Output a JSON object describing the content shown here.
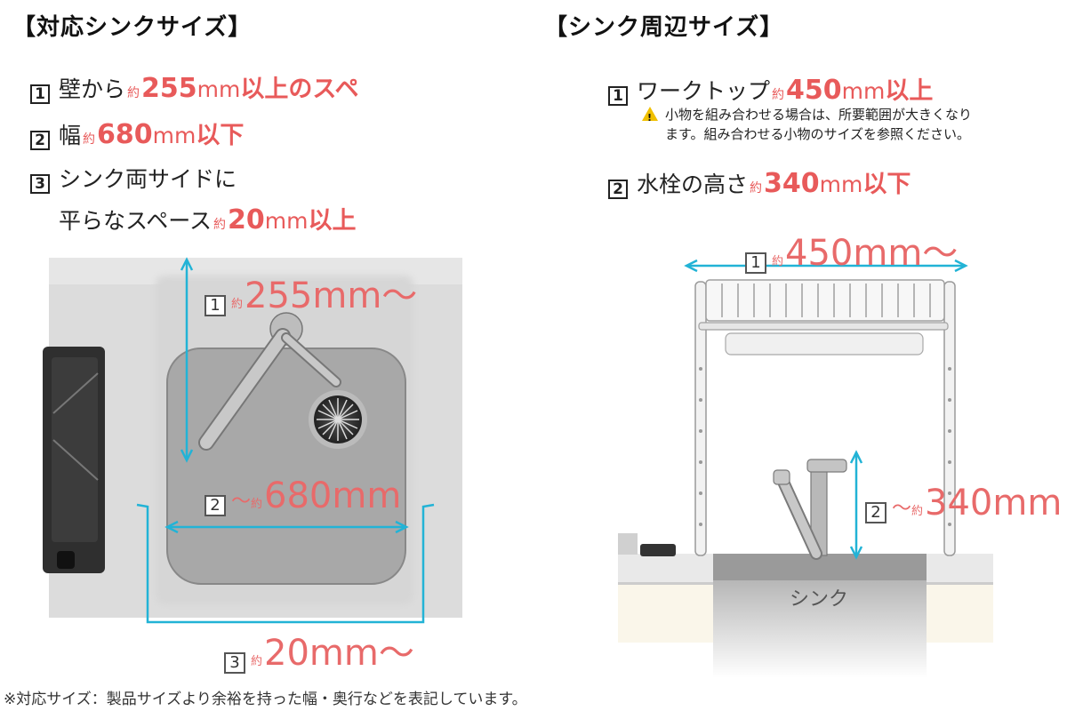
{
  "left": {
    "heading": "【対応シンクサイズ】",
    "items": [
      {
        "num": "1",
        "prefix": "壁から",
        "approx": "約",
        "value": "255",
        "unit": "mm",
        "suffix": "以上のスペ"
      },
      {
        "num": "2",
        "prefix": "幅",
        "approx": "約",
        "value": "680",
        "unit": "mm",
        "suffix": "以下"
      },
      {
        "num": "3",
        "prefix": "シンク両サイドに",
        "line2_prefix": "平らなスペース",
        "approx": "約",
        "value": "20",
        "unit": "mm",
        "suffix": "以上"
      }
    ],
    "diagram": {
      "dim1": {
        "num": "1",
        "approx": "約",
        "text": "255mm〜"
      },
      "dim2": {
        "num": "2",
        "approx": "約",
        "pre": "〜",
        "text": "680mm"
      },
      "dim3": {
        "num": "3",
        "approx": "約",
        "text": "20mm〜"
      }
    }
  },
  "right": {
    "heading": "【シンク周辺サイズ】",
    "items": [
      {
        "num": "1",
        "prefix": "ワークトップ",
        "approx": "約",
        "value": "450",
        "unit": "mm",
        "suffix": "以上"
      },
      {
        "num": "2",
        "prefix": "水栓の高さ",
        "approx": "約",
        "value": "340",
        "unit": "mm",
        "suffix": "以下"
      }
    ],
    "note_line1": "小物を組み合わせる場合は、所要範囲が大きくなり",
    "note_line2": "ます。組み合わせる小物のサイズを参照ください。",
    "diagram": {
      "dim1": {
        "num": "1",
        "approx": "約",
        "text": "450mm〜"
      },
      "dim2": {
        "num": "2",
        "approx": "約",
        "pre": "〜",
        "text": "340mm"
      },
      "sink_label": "シンク"
    }
  },
  "footnote": "※対応サイズ：製品サイズより余裕を持った幅・奥行などを表記しています。",
  "colors": {
    "accent_red": "#e85a5a",
    "dimension_cyan": "#22b3d6",
    "sink_gray": "#a3a3a3"
  }
}
